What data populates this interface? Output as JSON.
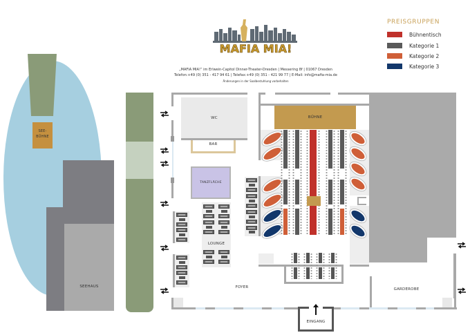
{
  "header": {
    "logo_text": "MAFIA MIA!",
    "info_line1": "„MAFIA MIA!“ im Erlwein-Capitol Dinner-Theater-Dresden | Messering 8f | 01067 Dresden",
    "info_line2": "Telefon:+49 (0) 351 - 417 94 61 | Telefax:+49 (0) 351 - 421 99 77 | E-Mail: info@mafia-mia.de",
    "info_line3": "Änderungen in der Saalbestuhlung vorbehalten"
  },
  "legend": {
    "title": "PREISGRUPPEN",
    "items": [
      {
        "label": "Bühnentisch",
        "color": "#c0312b"
      },
      {
        "label": "Kategorie 1",
        "color": "#5a5a5a"
      },
      {
        "label": "Kategorie 2",
        "color": "#cf5f38"
      },
      {
        "label": "Kategorie 3",
        "color": "#12376b"
      }
    ]
  },
  "areas": {
    "seebuehne": "SEE-\nBÜHNE",
    "seehaus": "SEEHAUS",
    "wc": "WC",
    "bar": "BAR",
    "tanzflaeche": "TANZFLÄCHE",
    "buehne": "BÜHNE",
    "lounge": "LOUNGE",
    "foyer": "FOYER",
    "garderobe": "GARDEROBE",
    "eingang": "EINGANG"
  },
  "colors": {
    "lake": "#a6cfe0",
    "green": "#8a9b78",
    "green_light": "#c5d1bf",
    "seebuehne": "#c5903f",
    "stage": "#c39a4f",
    "dark_building": "#7d7d82",
    "light_building": "#aaaaaa",
    "dance_floor": "#c9c3e6",
    "bar_outline": "#dcc79b",
    "wall": "#a8a8a8",
    "window": "#dbe9f2"
  }
}
